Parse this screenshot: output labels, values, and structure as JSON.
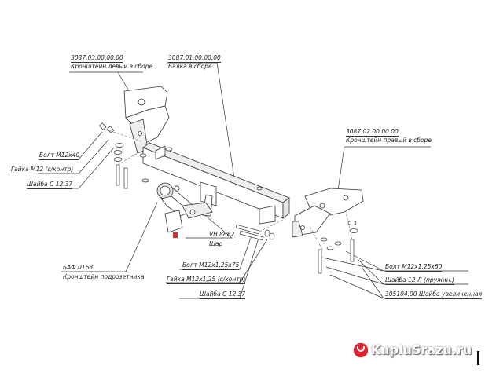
{
  "labels": {
    "bracket_left_code": "3087.03.00.00.00",
    "bracket_left_name": "Кронштейн левый в сборе",
    "beam_code": "3087.01.00.00.00",
    "beam_name": "Балка в сборе",
    "bracket_right_code": "3087.02.00.00.00",
    "bracket_right_name": "Кронштейн правый в сборе",
    "bolt_m12x40": "Болт  M12х40",
    "nut_m12": "Гайка М12 (с/контр)",
    "washer_left": "Шайба С 12.37",
    "ball_code": "VH 8882",
    "ball_name": "Шар",
    "socket_code": "БАФ 0168",
    "socket_name": "Кронштейн подрозетника",
    "bolt_m12x125x75": "Болт  M12х1,25х75",
    "nut_m12x125": "Гайка М12х1,25 (с/контр)",
    "washer_center": "Шайба С 12.37",
    "bolt_m12x125x60": "Болт  M12х1,25х60",
    "washer_spring": "Шайба 12 Л (пружин.)",
    "washer_large": "305104.00 Шайба увеличенная"
  },
  "watermark": {
    "text": "KupluSrazu.ru",
    "logo_color": "#e0212b"
  },
  "colors": {
    "line": "#333333",
    "text": "#222222",
    "fill": "#ffffff",
    "shade": "#e6e6e6"
  }
}
